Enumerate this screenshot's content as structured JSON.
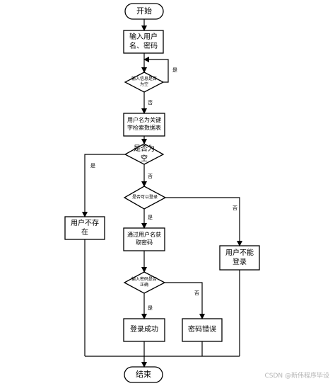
{
  "nodes": {
    "start": "开始",
    "input": "输入用户\n名、密码",
    "check_empty_input": "输入信息是否\n为空",
    "search_db": "用户名为关键\n字检索数据表",
    "is_empty": "是否为\n空",
    "user_not_exist": "用户不存\n在",
    "can_login": "是否可以登录",
    "cannot_login": "用户不能\n登录",
    "get_password": "通过用户名获\n取密码",
    "password_correct": "输入密码是否\n正确",
    "login_success": "登录成功",
    "password_error": "密码错误",
    "end": "结束"
  },
  "edge_labels": {
    "input_check_yes": "是",
    "input_check_no": "否",
    "empty_yes": "是",
    "empty_no": "否",
    "login_yes": "是",
    "login_no": "否",
    "pwd_yes": "是",
    "pwd_no": "否"
  },
  "watermark": "CSDN @新伟程序毕设"
}
